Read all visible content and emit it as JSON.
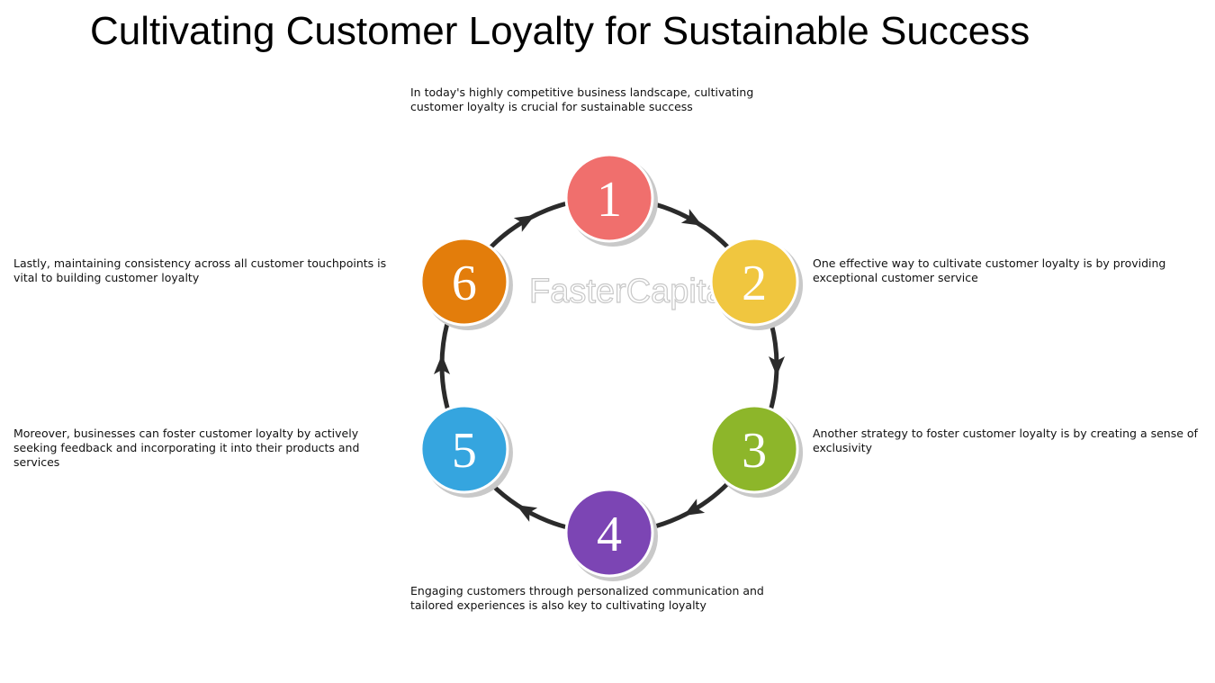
{
  "title": "Cultivating Customer Loyalty for Sustainable Success",
  "watermark": "FasterCapital",
  "steps": [
    {
      "number": "1",
      "color": "#f06f6d",
      "text": "In today's highly competitive business landscape, cultivating customer loyalty is crucial for sustainable success"
    },
    {
      "number": "2",
      "color": "#f0c63f",
      "text": "One effective way to cultivate customer loyalty is by providing exceptional customer service"
    },
    {
      "number": "3",
      "color": "#8db62a",
      "text": "Another strategy to foster customer loyalty is by creating a sense of exclusivity"
    },
    {
      "number": "4",
      "color": "#7c45b4",
      "text": "Engaging customers through personalized communication and tailored experiences is also key to cultivating loyalty"
    },
    {
      "number": "5",
      "color": "#35a5df",
      "text": "Moreover, businesses can foster customer loyalty by actively seeking feedback and incorporating it into their products and services"
    },
    {
      "number": "6",
      "color": "#e37d0b",
      "text": "Lastly, maintaining consistency across all customer touchpoints is vital to building customer loyalty"
    }
  ]
}
